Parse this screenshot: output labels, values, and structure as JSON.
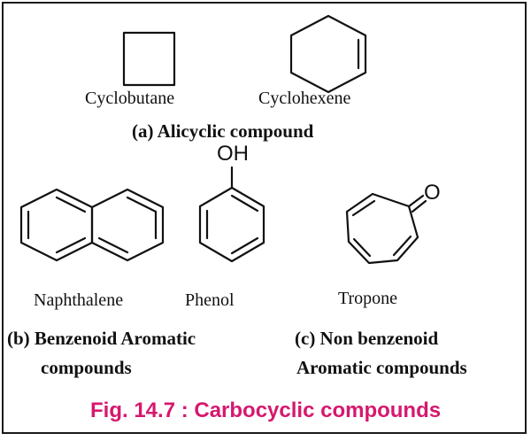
{
  "alicyclic": {
    "category": "(a) Alicyclic compound",
    "compounds": [
      "Cyclobutane",
      "Cyclohexene"
    ]
  },
  "benzenoid": {
    "category_line1": "(b)  Benzenoid Aromatic",
    "category_line2": "compounds",
    "compounds": [
      "Naphthalene",
      "Phenol"
    ],
    "phenol_substituent": "OH"
  },
  "non_benzenoid": {
    "category_line1": "(c) Non benzenoid",
    "category_line2": "Aromatic compounds",
    "compounds": [
      "Tropone"
    ],
    "tropone_substituent": "O"
  },
  "caption": {
    "text": "Fig. 14.7 : Carbocyclic compounds",
    "color": "#d6186e"
  }
}
